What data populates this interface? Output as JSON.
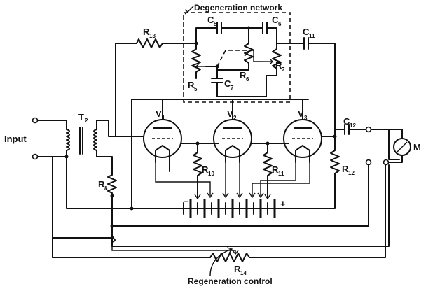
{
  "labels": {
    "degeneration_network": "Degeneration network",
    "input": "Input",
    "regeneration_control": "Regeneration control",
    "meter": "M",
    "minus": "−",
    "plus": "+"
  },
  "components": {
    "T2": {
      "main": "T",
      "sub": "2"
    },
    "R13": {
      "main": "R",
      "sub": "13"
    },
    "C5": {
      "main": "C",
      "sub": "5"
    },
    "C6": {
      "main": "C",
      "sub": "6"
    },
    "C11": {
      "main": "C",
      "sub": "11"
    },
    "C7": {
      "main": "C",
      "sub": "7"
    },
    "C12": {
      "main": "C",
      "sub": "12"
    },
    "R5": {
      "main": "R",
      "sub": "5"
    },
    "R6": {
      "main": "R",
      "sub": "6"
    },
    "R7": {
      "main": "R",
      "sub": "7"
    },
    "R8": {
      "main": "R",
      "sub": "8"
    },
    "R10": {
      "main": "R",
      "sub": "10"
    },
    "R11": {
      "main": "R",
      "sub": "11"
    },
    "R12": {
      "main": "R",
      "sub": "12"
    },
    "R14": {
      "main": "R",
      "sub": "14"
    },
    "V1": {
      "main": "V",
      "sub": "1"
    },
    "V2": {
      "main": "V",
      "sub": "2"
    },
    "V3": {
      "main": "V",
      "sub": "3"
    }
  }
}
